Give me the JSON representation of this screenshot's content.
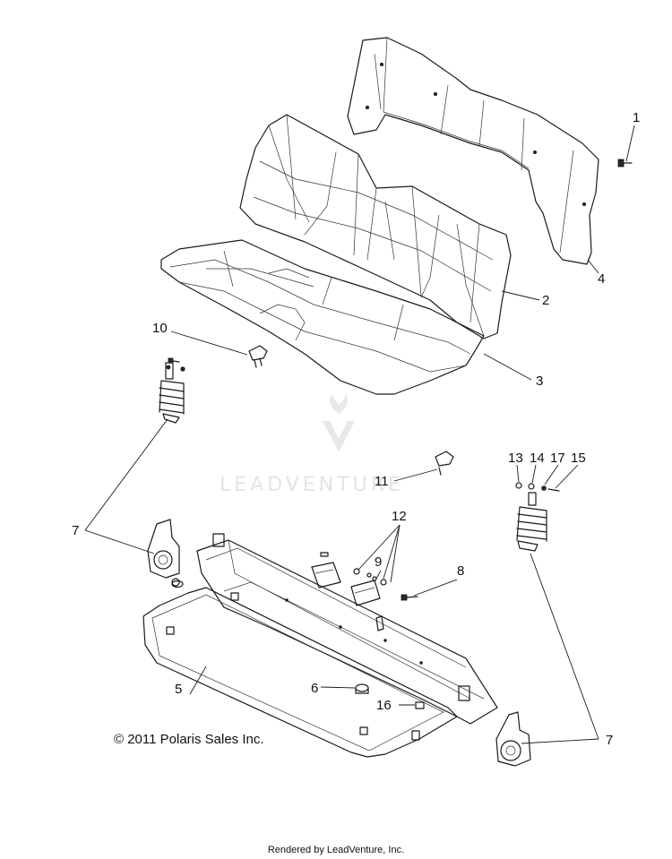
{
  "diagram": {
    "copyright": "© 2011 Polaris Sales Inc.",
    "footer": "Rendered by LeadVenture, Inc.",
    "watermark": "LEADVENTURE",
    "callouts": {
      "c1": "1",
      "c2": "2",
      "c3": "3",
      "c4": "4",
      "c5": "5",
      "c6": "6",
      "c7a": "7",
      "c7b": "7",
      "c8": "8",
      "c9": "9",
      "c10": "10",
      "c11": "11",
      "c12": "12",
      "c13": "13",
      "c14": "14",
      "c15": "15",
      "c16": "16",
      "c17": "17"
    }
  }
}
